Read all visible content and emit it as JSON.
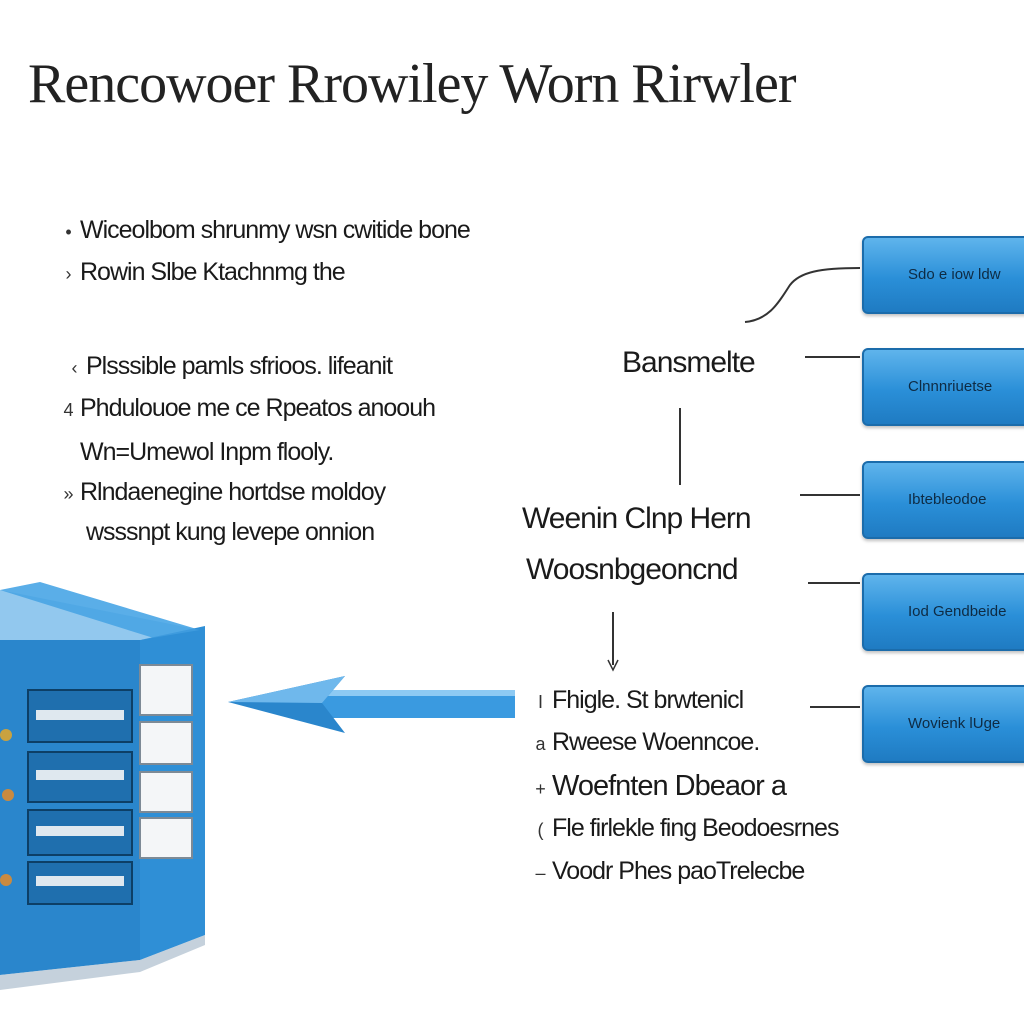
{
  "title": "Rencowoer Rrowiley Worn Rirwler",
  "left_bullets": [
    {
      "mark": "•",
      "text": "Wiceolbom shrunmy wsn cwitide bone"
    },
    {
      "mark": "›",
      "text": "Rowin Slbe Ktachnmg the"
    },
    {
      "mark": "‹",
      "text": "Plsssible pamls sfrioos. lifeanit"
    },
    {
      "mark": "4",
      "text": "Phdulouoe me ce Rpeatos anoouh"
    },
    {
      "mark": "",
      "text": "Wn=Umewol Inpm flooly."
    },
    {
      "mark": "»",
      "text": "Rlndaenegine hortdse moldoy"
    },
    {
      "mark": "",
      "text": "wsssnpt kung levepe onnion"
    }
  ],
  "center_labels": {
    "top": "Bansmelte",
    "middle_1": "Weenin Clnp Hern",
    "middle_2": "Woosnbgeoncnd"
  },
  "right_boxes": [
    {
      "label": "Sdo e iow ldw"
    },
    {
      "label": "Clnnnriuetse"
    },
    {
      "label": "Ibtebleodoe"
    },
    {
      "label": "Iod Gendbeide"
    },
    {
      "label": "Wovienk lUge"
    }
  ],
  "lower_bullets": [
    {
      "mark": "I",
      "text": "Fhigle. St brwtenicl"
    },
    {
      "mark": "a",
      "text": "Rweese Woenncoe."
    },
    {
      "mark": "+",
      "text": "Woefnten Dbeaor a"
    },
    {
      "mark": "(",
      "text": "Fle firlekle fing Beodoesrnes"
    },
    {
      "mark": "–",
      "text": "Voodr Phes paoTrelecbe"
    }
  ],
  "colors": {
    "box_blue": "#2a8fd8",
    "arrow_blue": "#3a9ae0",
    "server_blue": "#2f8fd6"
  },
  "icons": {
    "server": "server-icon",
    "arrow": "left-arrow-icon"
  }
}
